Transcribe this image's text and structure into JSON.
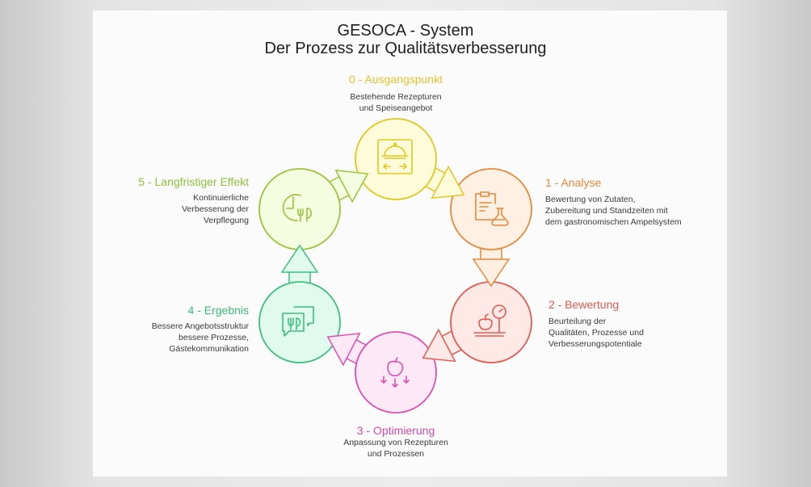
{
  "title": {
    "line1": "GESOCA - System",
    "line2": "Der Prozess zur Qualitätsverbesserung"
  },
  "steps": [
    {
      "title": "0 - Ausgangspunkt",
      "desc": [
        "Bestehende Rezepturen",
        "und Speiseangebot"
      ],
      "icon": "serving-cloche-icon",
      "color": "#e6c22e",
      "stroke": "#e0c81f",
      "fill": "#fefbdb"
    },
    {
      "title": "1 - Analyse",
      "desc": [
        "Bewertung von Zutaten,",
        "Zubereitung und Standzeiten mit",
        "dem gastronomischen Ampelsystem"
      ],
      "icon": "clipboard-flask-icon",
      "color": "#ea8a3c",
      "stroke": "#e8893a",
      "fill": "#fff0e3"
    },
    {
      "title": "2 - Bewertung",
      "desc": [
        "Beurteilung der",
        "Qualitäten, Prozesse und",
        "Verbesserungspotentiale"
      ],
      "icon": "apple-scale-icon",
      "color": "#e25a50",
      "stroke": "#e85a50",
      "fill": "#ffe9e7"
    },
    {
      "title": "3 - Optimierung",
      "desc": [
        "Anpassung von Rezepturen",
        "und Prozessen"
      ],
      "icon": "apple-arrows-down-icon",
      "color": "#d84aa8",
      "stroke": "#e050b0",
      "fill": "#fde8f6"
    },
    {
      "title": "4 - Ergebnis",
      "desc": [
        "Bessere Angebotsstruktur",
        "bessere Prozesse,",
        "Gästekommunikation"
      ],
      "icon": "chat-cutlery-icon",
      "color": "#3dbb7a",
      "stroke": "#3dbf7f",
      "fill": "#e0fbee"
    },
    {
      "title": "5 - Langfristiger Effekt",
      "desc": [
        "Kontinuierliche",
        "Verbesserung der",
        "Verpflegung"
      ],
      "icon": "clock-cutlery-icon",
      "color": "#8fc03a",
      "stroke": "#9cc43a",
      "fill": "#f4fde0"
    }
  ]
}
